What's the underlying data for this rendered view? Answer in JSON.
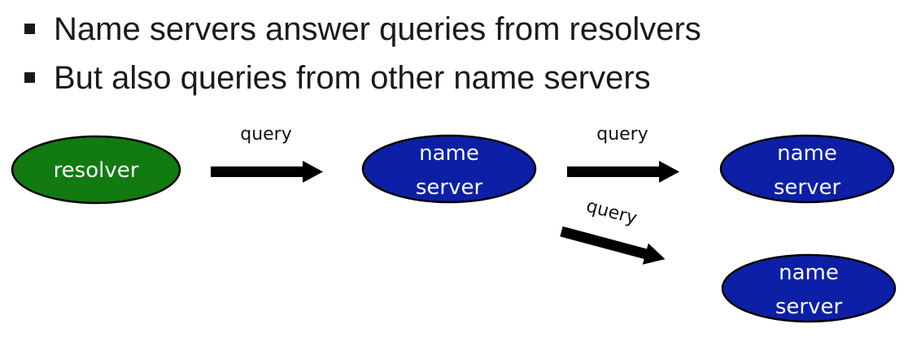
{
  "bullets": [
    "Name servers answer queries from resolvers",
    "But also queries from other name servers"
  ],
  "nodes": {
    "resolver": {
      "lines": [
        "resolver"
      ],
      "color": "#117a11"
    },
    "ns1": {
      "lines": [
        "name",
        "server"
      ],
      "color": "#0c1fa6"
    },
    "ns2": {
      "lines": [
        "name",
        "server"
      ],
      "color": "#0c1fa6"
    },
    "ns3": {
      "lines": [
        "name",
        "server"
      ],
      "color": "#0c1fa6"
    }
  },
  "edges": [
    {
      "from": "resolver",
      "to": "ns1",
      "label": "query"
    },
    {
      "from": "ns1",
      "to": "ns2",
      "label": "query"
    },
    {
      "from": "ns1",
      "to": "ns3",
      "label": "query"
    }
  ]
}
